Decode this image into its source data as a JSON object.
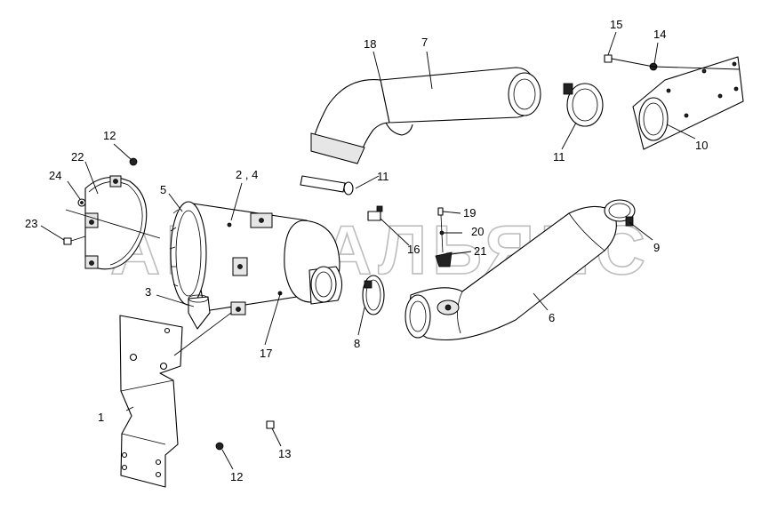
{
  "watermark": "АВТОАЛЬЯНС",
  "callouts": {
    "c1": "1",
    "c2_4": "2 , 4",
    "c3": "3",
    "c5": "5",
    "c6": "6",
    "c7": "7",
    "c8": "8",
    "c9": "9",
    "c10": "10",
    "c11a": "11",
    "c11b": "11",
    "c12a": "12",
    "c12b": "12",
    "c13": "13",
    "c14": "14",
    "c15": "15",
    "c16": "16",
    "c17": "17",
    "c18": "18",
    "c19": "19",
    "c20": "20",
    "c21": "21",
    "c22": "22",
    "c23": "23",
    "c24": "24"
  }
}
